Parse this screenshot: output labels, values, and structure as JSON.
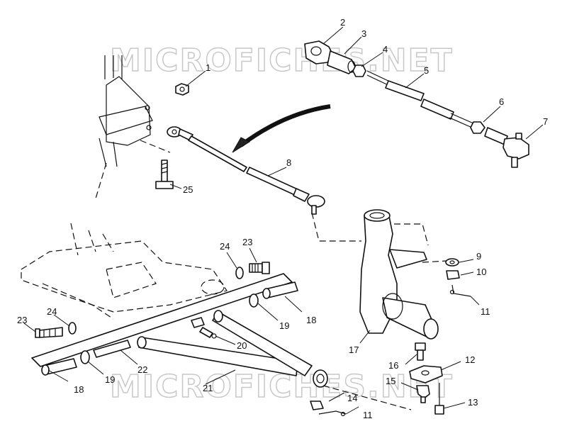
{
  "watermarks": [
    "MICROFICHES.NET",
    "MICROFICHES.NET"
  ],
  "callouts": [
    {
      "id": "c1",
      "text": "1"
    },
    {
      "id": "c2",
      "text": "2"
    },
    {
      "id": "c3",
      "text": "3"
    },
    {
      "id": "c4",
      "text": "4"
    },
    {
      "id": "c5",
      "text": "5"
    },
    {
      "id": "c6",
      "text": "6"
    },
    {
      "id": "c7",
      "text": "7"
    },
    {
      "id": "c8",
      "text": "8"
    },
    {
      "id": "c9",
      "text": "9"
    },
    {
      "id": "c10",
      "text": "10"
    },
    {
      "id": "c11a",
      "text": "11"
    },
    {
      "id": "c11b",
      "text": "11"
    },
    {
      "id": "c12",
      "text": "12"
    },
    {
      "id": "c13",
      "text": "13"
    },
    {
      "id": "c14",
      "text": "14"
    },
    {
      "id": "c15",
      "text": "15"
    },
    {
      "id": "c16",
      "text": "16"
    },
    {
      "id": "c17",
      "text": "17"
    },
    {
      "id": "c18a",
      "text": "18"
    },
    {
      "id": "c18b",
      "text": "18"
    },
    {
      "id": "c19a",
      "text": "19"
    },
    {
      "id": "c19b",
      "text": "19"
    },
    {
      "id": "c20",
      "text": "20"
    },
    {
      "id": "c21",
      "text": "21"
    },
    {
      "id": "c22",
      "text": "22"
    },
    {
      "id": "c23a",
      "text": "23"
    },
    {
      "id": "c23b",
      "text": "23"
    },
    {
      "id": "c24a",
      "text": "24"
    },
    {
      "id": "c24b",
      "text": "24"
    },
    {
      "id": "c25",
      "text": "25"
    }
  ]
}
